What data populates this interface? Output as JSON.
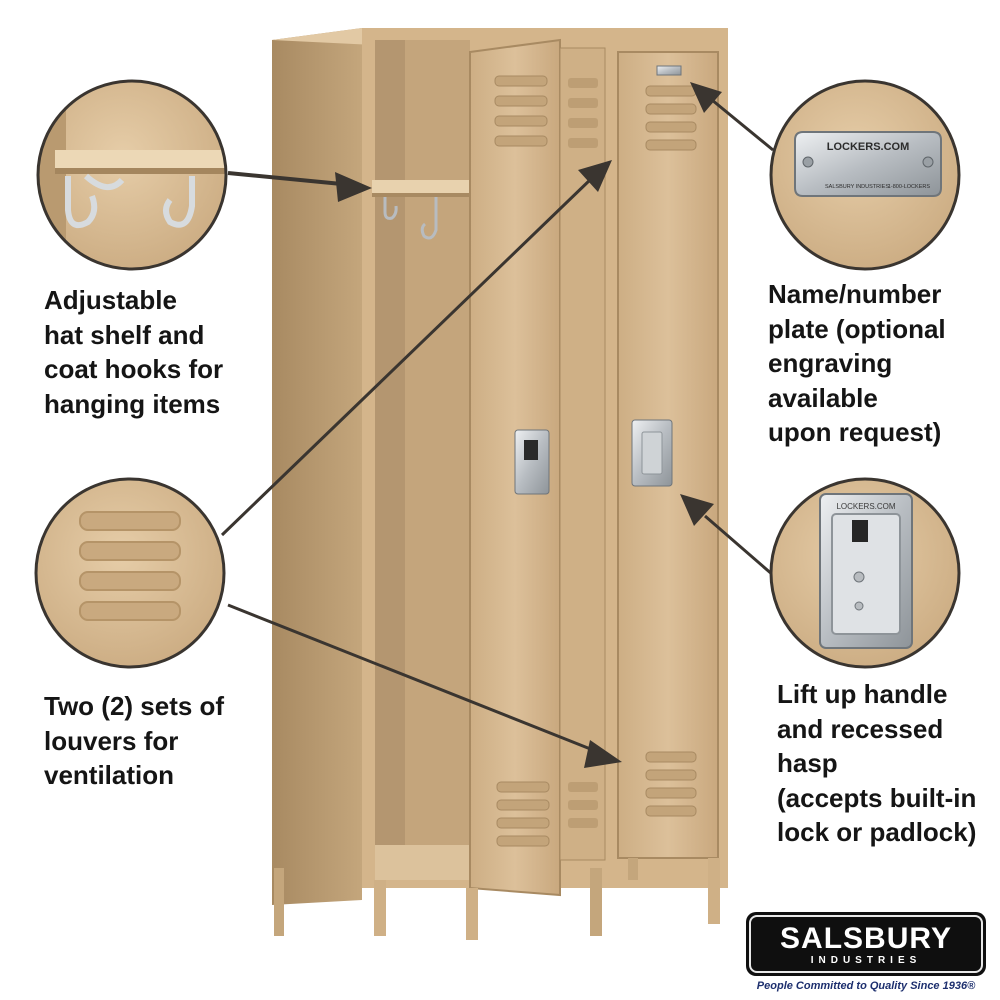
{
  "callouts": {
    "hat_shelf": "Adjustable\nhat shelf and\ncoat hooks for\nhanging items",
    "louvers": "Two (2) sets of\nlouvers for\nventilation",
    "name_plate": "Name/number\nplate (optional\nengraving available\nupon request)",
    "handle": "Lift up handle\nand recessed hasp\n(accepts built-in\nlock or padlock)"
  },
  "plate_text": {
    "main": "LOCKERS.COM",
    "left": "SALSBURY INDUSTRIES",
    "right": "1-800-LOCKERS"
  },
  "handle_text": "LOCKERS.COM",
  "logo": {
    "brand": "SALSBURY",
    "sub": "INDUSTRIES",
    "tagline": "People Committed to Quality Since 1936®"
  },
  "colors": {
    "locker_tan": "#d8b98f",
    "locker_shadow": "#b89a70",
    "steel": "#c8ccd0",
    "arrow": "#3a3530",
    "logo_navy": "#1d2f6e"
  }
}
